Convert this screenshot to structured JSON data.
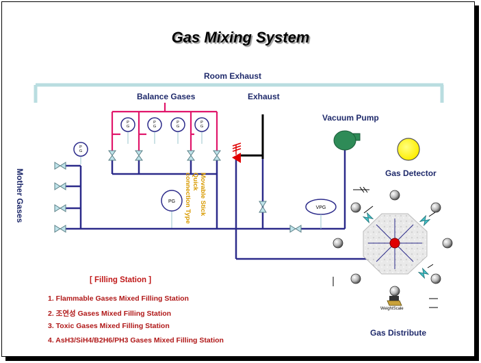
{
  "title": "Gas Mixing System",
  "labels": {
    "room_exhaust": "Room Exhaust",
    "balance_gases": "Balance Gases",
    "exhaust": "Exhaust",
    "vacuum_pump": "Vacuum Pump",
    "gas_detector": "Gas Detector",
    "mother_gases": "Mother Gases",
    "movable_stick": "Movable Stick\nQuick\nconnection Type",
    "pg": "PG",
    "vpg": "VPG",
    "weight_scale": "WeightScale",
    "gas_distribute": "Gas Distribute"
  },
  "gauge_label_small": "P\nG",
  "filling_station": {
    "title": "[ Filling Station ]",
    "items": [
      "1. Flammable Gases Mixed Filling Station",
      "2. 조연성 Gases Mixed Filling Station",
      "3. Toxic Gases Mixed Filling Station",
      "4. AsH3/SiH4/B2H6/PH3 Gases Mixed Filling Station"
    ]
  },
  "colors": {
    "navy_line": "#2b2a8a",
    "pink_line": "#e0156a",
    "exhaust_hood": "#b9dde0",
    "valve": "#bfe3ea",
    "pump": "#2e8b57",
    "detector": "#ffff00",
    "red_center": "#e00000",
    "label_navy": "#1f2a6b",
    "list_red": "#b01818",
    "movable_yellow": "#e0b000"
  }
}
